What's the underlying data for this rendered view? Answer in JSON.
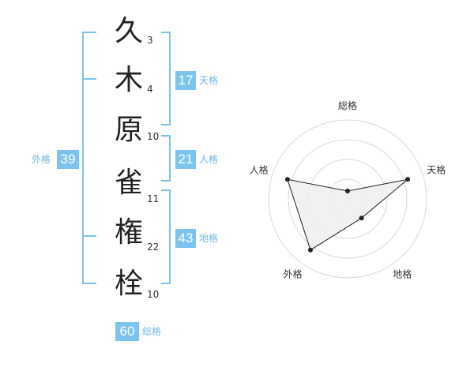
{
  "name": {
    "chars": [
      {
        "char": "久",
        "strokes": "3"
      },
      {
        "char": "木",
        "strokes": "4"
      },
      {
        "char": "原",
        "strokes": "10"
      },
      {
        "char": "雀",
        "strokes": "11"
      },
      {
        "char": "権",
        "strokes": "22"
      },
      {
        "char": "栓",
        "strokes": "10"
      }
    ]
  },
  "kakusu": {
    "tenkaku": {
      "label": "天格",
      "value": "17"
    },
    "jinkaku": {
      "label": "人格",
      "value": "21"
    },
    "chikaku": {
      "label": "地格",
      "value": "43"
    },
    "gaikaku": {
      "label": "外格",
      "value": "39"
    },
    "soukaku": {
      "label": "総格",
      "value": "60"
    }
  },
  "chart_data": {
    "type": "radar",
    "axes": [
      "総格",
      "天格",
      "地格",
      "外格",
      "人格"
    ],
    "max": 5,
    "rings": 4,
    "values": [
      0.5,
      4.0,
      1.5,
      4.0,
      4.0
    ],
    "fill_color": "#efefef",
    "line_color": "#222222",
    "grid_color": "#d9d9d9"
  },
  "colors": {
    "accent": "#7cc3ee",
    "label_text": "#6fb8e6"
  }
}
